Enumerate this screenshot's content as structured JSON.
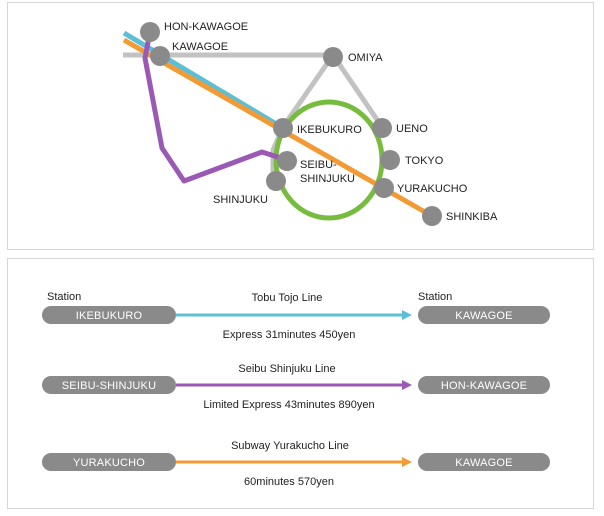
{
  "map": {
    "stations": {
      "hon_kawagoe": "HON-KAWAGOE",
      "kawagoe": "KAWAGOE",
      "omiya": "OMIYA",
      "ikebukuro": "IKEBUKURO",
      "ueno": "UENO",
      "seibu_shinjuku": [
        "SEIBU-",
        "SHINJUKU"
      ],
      "tokyo": "TOKYO",
      "shinjuku": "SHINJUKU",
      "yurakucho": "YURAKUCHO",
      "shinkiba": "SHINKIBA"
    },
    "colors": {
      "node": "#8a8a8b",
      "tobu_tojo": "#5dbfd6",
      "seibu_shinjuku": "#9b59b6",
      "yurakucho": "#f39a34",
      "yamanote": "#77bc3f",
      "jr_gray": "#c2c2c2"
    }
  },
  "routes": {
    "station_header": "Station",
    "items": [
      {
        "from": "IKEBUKURO",
        "to": "KAWAGOE",
        "line": "Tobu Tojo Line",
        "detail": "Express 31minutes 450yen",
        "color": "#5dbfd6"
      },
      {
        "from": "SEIBU-SHINJUKU",
        "to": "HON-KAWAGOE",
        "line": "Seibu Shinjuku Line",
        "detail": "Limited Express 43minutes 890yen",
        "color": "#9b59b6"
      },
      {
        "from": "YURAKUCHO",
        "to": "KAWAGOE",
        "line": "Subway Yurakucho Line",
        "detail": "60minutes 570yen",
        "color": "#f39a34"
      }
    ]
  }
}
